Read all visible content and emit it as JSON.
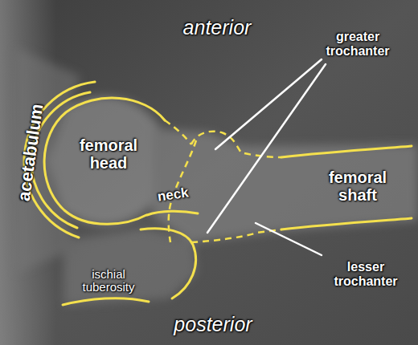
{
  "diagram": {
    "labels": [
      "anterior",
      "greater trochanter",
      "acetabulum",
      "femoral head",
      "femoral shaft",
      "neck",
      "lesser trochanter",
      "ischial tuberosity",
      "posterior"
    ]
  }
}
